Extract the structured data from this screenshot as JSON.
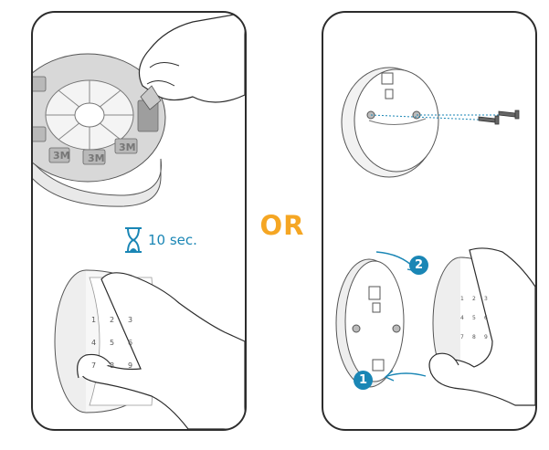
{
  "or_label": "OR",
  "timer": {
    "label": "10 sec.",
    "icon": "hourglass-icon"
  },
  "keypad": {
    "keys": [
      "1",
      "2",
      "3",
      "4",
      "5",
      "6",
      "7",
      "8",
      "9"
    ]
  },
  "steps": {
    "step1": "1",
    "step2": "2"
  },
  "sticker_brand": "3M",
  "colors": {
    "accent": "#f5a623",
    "step_blue": "#1a86b5",
    "outline": "#2c2c2c",
    "device_gray": "#d8d8d8"
  }
}
